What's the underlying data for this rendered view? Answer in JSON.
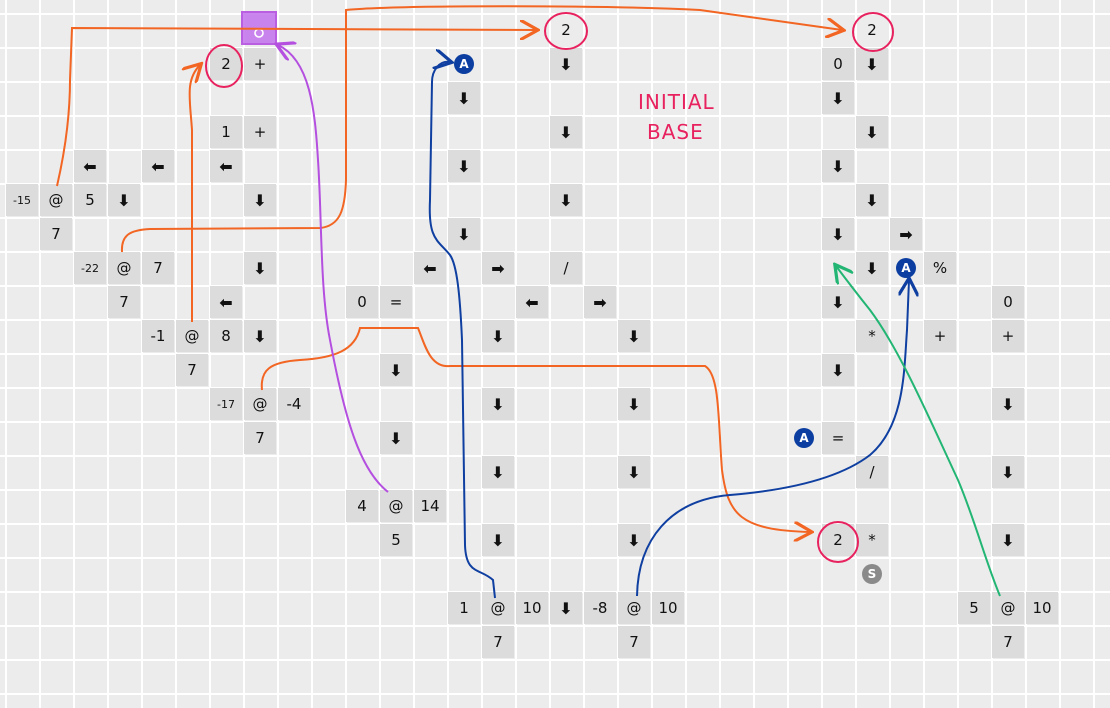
{
  "title_note": [
    "INITIAL",
    "BASE"
  ],
  "colors": {
    "cell_bg": "#dcdcdc",
    "grid_bg": "#ececec",
    "token_a": "#0b3ea0",
    "token_s": "#8a8a8a",
    "orange": "#f26522",
    "purple": "#b44fe0",
    "blue": "#0f3fa0",
    "green": "#22b573",
    "pink": "#e8225f"
  },
  "cells": [
    {
      "r": 1,
      "c": 6,
      "t": "2",
      "k": "num"
    },
    {
      "r": 1,
      "c": 7,
      "t": "+",
      "k": "op"
    },
    {
      "r": 1,
      "c": 13,
      "t": "A",
      "k": "a"
    },
    {
      "r": 1,
      "c": 16,
      "t": "⬇",
      "k": "arrow"
    },
    {
      "r": 1,
      "c": 24,
      "t": "0",
      "k": "num"
    },
    {
      "r": 1,
      "c": 25,
      "t": "⬇",
      "k": "arrow"
    },
    {
      "r": 2,
      "c": 13,
      "t": "⬇",
      "k": "arrow"
    },
    {
      "r": 2,
      "c": 24,
      "t": "⬇",
      "k": "arrow"
    },
    {
      "r": 3,
      "c": 6,
      "t": "1",
      "k": "num"
    },
    {
      "r": 3,
      "c": 7,
      "t": "+",
      "k": "op"
    },
    {
      "r": 3,
      "c": 16,
      "t": "⬇",
      "k": "arrow"
    },
    {
      "r": 3,
      "c": 25,
      "t": "⬇",
      "k": "arrow"
    },
    {
      "r": 4,
      "c": 2,
      "t": "⬅",
      "k": "arrow"
    },
    {
      "r": 4,
      "c": 4,
      "t": "⬅",
      "k": "arrow"
    },
    {
      "r": 4,
      "c": 6,
      "t": "⬅",
      "k": "arrow"
    },
    {
      "r": 4,
      "c": 13,
      "t": "⬇",
      "k": "arrow"
    },
    {
      "r": 4,
      "c": 24,
      "t": "⬇",
      "k": "arrow"
    },
    {
      "r": 5,
      "c": 0,
      "t": "-15",
      "k": "small"
    },
    {
      "r": 5,
      "c": 1,
      "t": "@",
      "k": "op"
    },
    {
      "r": 5,
      "c": 2,
      "t": "5",
      "k": "num"
    },
    {
      "r": 5,
      "c": 3,
      "t": "⬇",
      "k": "arrow"
    },
    {
      "r": 5,
      "c": 7,
      "t": "⬇",
      "k": "arrow"
    },
    {
      "r": 5,
      "c": 16,
      "t": "⬇",
      "k": "arrow"
    },
    {
      "r": 5,
      "c": 25,
      "t": "⬇",
      "k": "arrow"
    },
    {
      "r": 6,
      "c": 1,
      "t": "7",
      "k": "num"
    },
    {
      "r": 6,
      "c": 13,
      "t": "⬇",
      "k": "arrow"
    },
    {
      "r": 6,
      "c": 24,
      "t": "⬇",
      "k": "arrow"
    },
    {
      "r": 6,
      "c": 26,
      "t": "➡",
      "k": "arrow"
    },
    {
      "r": 7,
      "c": 2,
      "t": "-22",
      "k": "small"
    },
    {
      "r": 7,
      "c": 3,
      "t": "@",
      "k": "op"
    },
    {
      "r": 7,
      "c": 4,
      "t": "7",
      "k": "num"
    },
    {
      "r": 7,
      "c": 7,
      "t": "⬇",
      "k": "arrow"
    },
    {
      "r": 7,
      "c": 12,
      "t": "⬅",
      "k": "arrow"
    },
    {
      "r": 7,
      "c": 14,
      "t": "➡",
      "k": "arrow"
    },
    {
      "r": 7,
      "c": 16,
      "t": "/",
      "k": "op"
    },
    {
      "r": 7,
      "c": 25,
      "t": "⬇",
      "k": "arrow"
    },
    {
      "r": 7,
      "c": 26,
      "t": "A",
      "k": "a"
    },
    {
      "r": 7,
      "c": 27,
      "t": "%",
      "k": "op"
    },
    {
      "r": 8,
      "c": 3,
      "t": "7",
      "k": "num"
    },
    {
      "r": 8,
      "c": 6,
      "t": "⬅",
      "k": "arrow"
    },
    {
      "r": 8,
      "c": 10,
      "t": "0",
      "k": "num"
    },
    {
      "r": 8,
      "c": 11,
      "t": "=",
      "k": "op"
    },
    {
      "r": 8,
      "c": 15,
      "t": "⬅",
      "k": "arrow"
    },
    {
      "r": 8,
      "c": 17,
      "t": "➡",
      "k": "arrow"
    },
    {
      "r": 8,
      "c": 24,
      "t": "⬇",
      "k": "arrow"
    },
    {
      "r": 8,
      "c": 29,
      "t": "0",
      "k": "num"
    },
    {
      "r": 9,
      "c": 4,
      "t": "-1",
      "k": "num"
    },
    {
      "r": 9,
      "c": 5,
      "t": "@",
      "k": "op"
    },
    {
      "r": 9,
      "c": 6,
      "t": "8",
      "k": "num"
    },
    {
      "r": 9,
      "c": 7,
      "t": "⬇",
      "k": "arrow"
    },
    {
      "r": 9,
      "c": 14,
      "t": "⬇",
      "k": "arrow"
    },
    {
      "r": 9,
      "c": 18,
      "t": "⬇",
      "k": "arrow"
    },
    {
      "r": 9,
      "c": 25,
      "t": "*",
      "k": "op"
    },
    {
      "r": 9,
      "c": 27,
      "t": "+",
      "k": "op"
    },
    {
      "r": 9,
      "c": 29,
      "t": "+",
      "k": "op"
    },
    {
      "r": 10,
      "c": 5,
      "t": "7",
      "k": "num"
    },
    {
      "r": 10,
      "c": 11,
      "t": "⬇",
      "k": "arrow"
    },
    {
      "r": 10,
      "c": 24,
      "t": "⬇",
      "k": "arrow"
    },
    {
      "r": 11,
      "c": 6,
      "t": "-17",
      "k": "small"
    },
    {
      "r": 11,
      "c": 7,
      "t": "@",
      "k": "op"
    },
    {
      "r": 11,
      "c": 8,
      "t": "-4",
      "k": "num"
    },
    {
      "r": 11,
      "c": 14,
      "t": "⬇",
      "k": "arrow"
    },
    {
      "r": 11,
      "c": 18,
      "t": "⬇",
      "k": "arrow"
    },
    {
      "r": 11,
      "c": 29,
      "t": "⬇",
      "k": "arrow"
    },
    {
      "r": 12,
      "c": 7,
      "t": "7",
      "k": "num"
    },
    {
      "r": 12,
      "c": 11,
      "t": "⬇",
      "k": "arrow"
    },
    {
      "r": 12,
      "c": 23,
      "t": "A",
      "k": "a"
    },
    {
      "r": 12,
      "c": 24,
      "t": "=",
      "k": "op"
    },
    {
      "r": 13,
      "c": 14,
      "t": "⬇",
      "k": "arrow"
    },
    {
      "r": 13,
      "c": 18,
      "t": "⬇",
      "k": "arrow"
    },
    {
      "r": 13,
      "c": 25,
      "t": "/",
      "k": "op"
    },
    {
      "r": 13,
      "c": 29,
      "t": "⬇",
      "k": "arrow"
    },
    {
      "r": 14,
      "c": 10,
      "t": "4",
      "k": "num"
    },
    {
      "r": 14,
      "c": 11,
      "t": "@",
      "k": "op"
    },
    {
      "r": 14,
      "c": 12,
      "t": "14",
      "k": "num"
    },
    {
      "r": 15,
      "c": 11,
      "t": "5",
      "k": "num"
    },
    {
      "r": 15,
      "c": 14,
      "t": "⬇",
      "k": "arrow"
    },
    {
      "r": 15,
      "c": 18,
      "t": "⬇",
      "k": "arrow"
    },
    {
      "r": 15,
      "c": 24,
      "t": "2",
      "k": "num"
    },
    {
      "r": 15,
      "c": 25,
      "t": "*",
      "k": "op"
    },
    {
      "r": 15,
      "c": 29,
      "t": "⬇",
      "k": "arrow"
    },
    {
      "r": 16,
      "c": 25,
      "t": "S",
      "k": "s"
    },
    {
      "r": 17,
      "c": 13,
      "t": "1",
      "k": "num"
    },
    {
      "r": 17,
      "c": 14,
      "t": "@",
      "k": "op"
    },
    {
      "r": 17,
      "c": 15,
      "t": "10",
      "k": "num"
    },
    {
      "r": 17,
      "c": 16,
      "t": "⬇",
      "k": "arrow"
    },
    {
      "r": 17,
      "c": 17,
      "t": "-8",
      "k": "num"
    },
    {
      "r": 17,
      "c": 18,
      "t": "@",
      "k": "op"
    },
    {
      "r": 17,
      "c": 19,
      "t": "10",
      "k": "num"
    },
    {
      "r": 17,
      "c": 28,
      "t": "5",
      "k": "num"
    },
    {
      "r": 17,
      "c": 29,
      "t": "@",
      "k": "op"
    },
    {
      "r": 17,
      "c": 30,
      "t": "10",
      "k": "num"
    },
    {
      "r": 18,
      "c": 14,
      "t": "7",
      "k": "num"
    },
    {
      "r": 18,
      "c": 18,
      "t": "7",
      "k": "num"
    },
    {
      "r": 18,
      "c": 29,
      "t": "7",
      "k": "num"
    },
    {
      "r": 0,
      "c": 16,
      "t": "2",
      "k": "num"
    },
    {
      "r": 0,
      "c": 25,
      "t": "2",
      "k": "num"
    }
  ]
}
